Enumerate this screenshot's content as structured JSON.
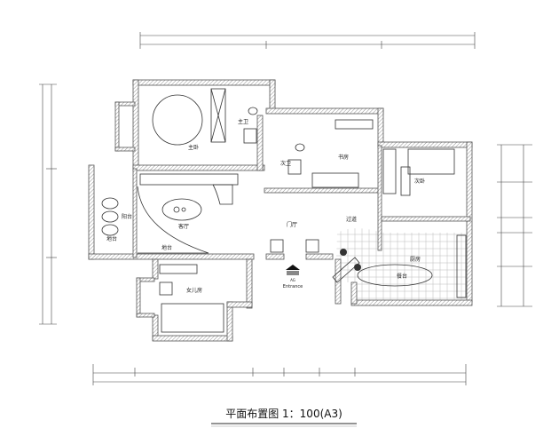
{
  "title": "平面布置图 1：100(A3)",
  "rooms": {
    "master_bedroom": "主卧",
    "master_bath": "主卫",
    "second_bath": "次卫",
    "study": "书房",
    "second_bedroom": "次卧",
    "balcony": "阳台",
    "platform_balcony": "地台",
    "living_room": "客厅",
    "platform_living": "地台",
    "foyer": "门厅",
    "corridor": "过道",
    "kitchen": "厨房",
    "dining": "餐台",
    "daughter_room": "女儿房"
  },
  "entrance": {
    "code": "AG",
    "label": "Entrance"
  }
}
